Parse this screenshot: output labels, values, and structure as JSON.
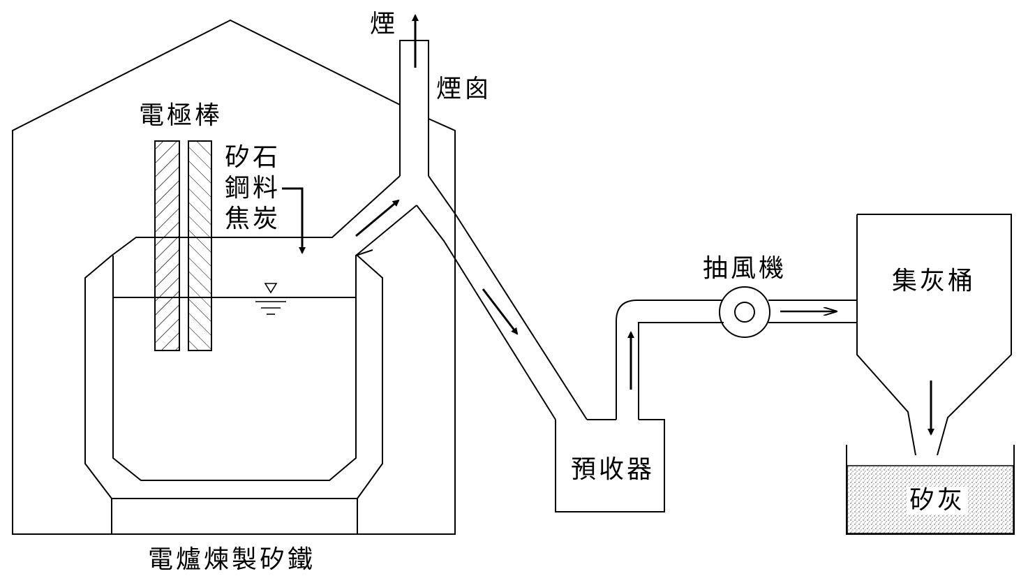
{
  "labels": {
    "smoke": "煙",
    "chimney": "煙囪",
    "electrode": "電極棒",
    "feed_line1": "矽石",
    "feed_line2": "鋼料",
    "feed_line3": "焦炭",
    "fan": "抽風機",
    "hopper": "集灰桶",
    "precollector": "預收器",
    "silica_ash": "矽灰",
    "caption": "電爐煉製矽鐵"
  }
}
